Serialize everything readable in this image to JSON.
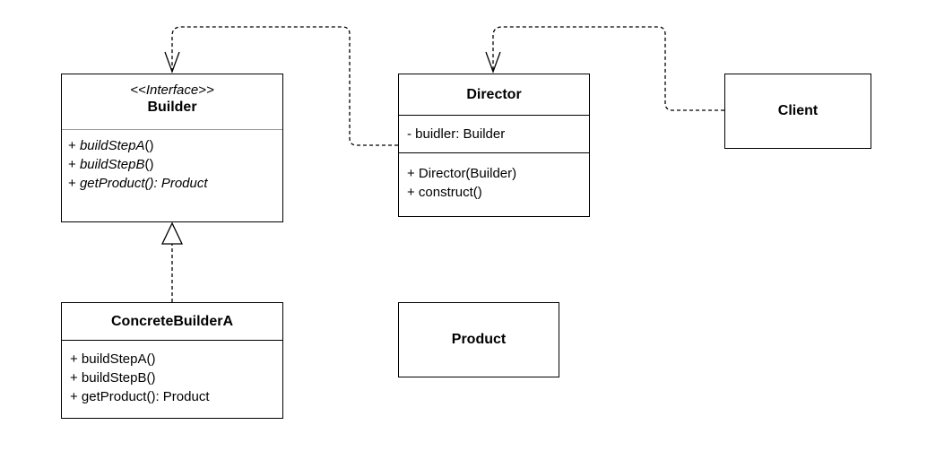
{
  "diagram": {
    "builder": {
      "stereotype": "<<Interface>>",
      "name": "Builder",
      "methods": [
        {
          "name": "buildStepA",
          "params": "()",
          "ret": ""
        },
        {
          "name": "buildStepB",
          "params": "()",
          "ret": ""
        },
        {
          "name": "getProduct",
          "params": "()",
          "ret": ": Product"
        }
      ],
      "prefix": "+ "
    },
    "director": {
      "name": "Director",
      "attribute": "- buidler: Builder",
      "methods": [
        "+ Director(Builder)",
        "+ construct()"
      ]
    },
    "client": {
      "name": "Client"
    },
    "concrete": {
      "name": "ConcreteBuilderA",
      "methods": [
        "+ buildStepA()",
        "+ buildStepB()",
        "+ getProduct(): Product"
      ]
    },
    "product": {
      "name": "Product"
    }
  }
}
